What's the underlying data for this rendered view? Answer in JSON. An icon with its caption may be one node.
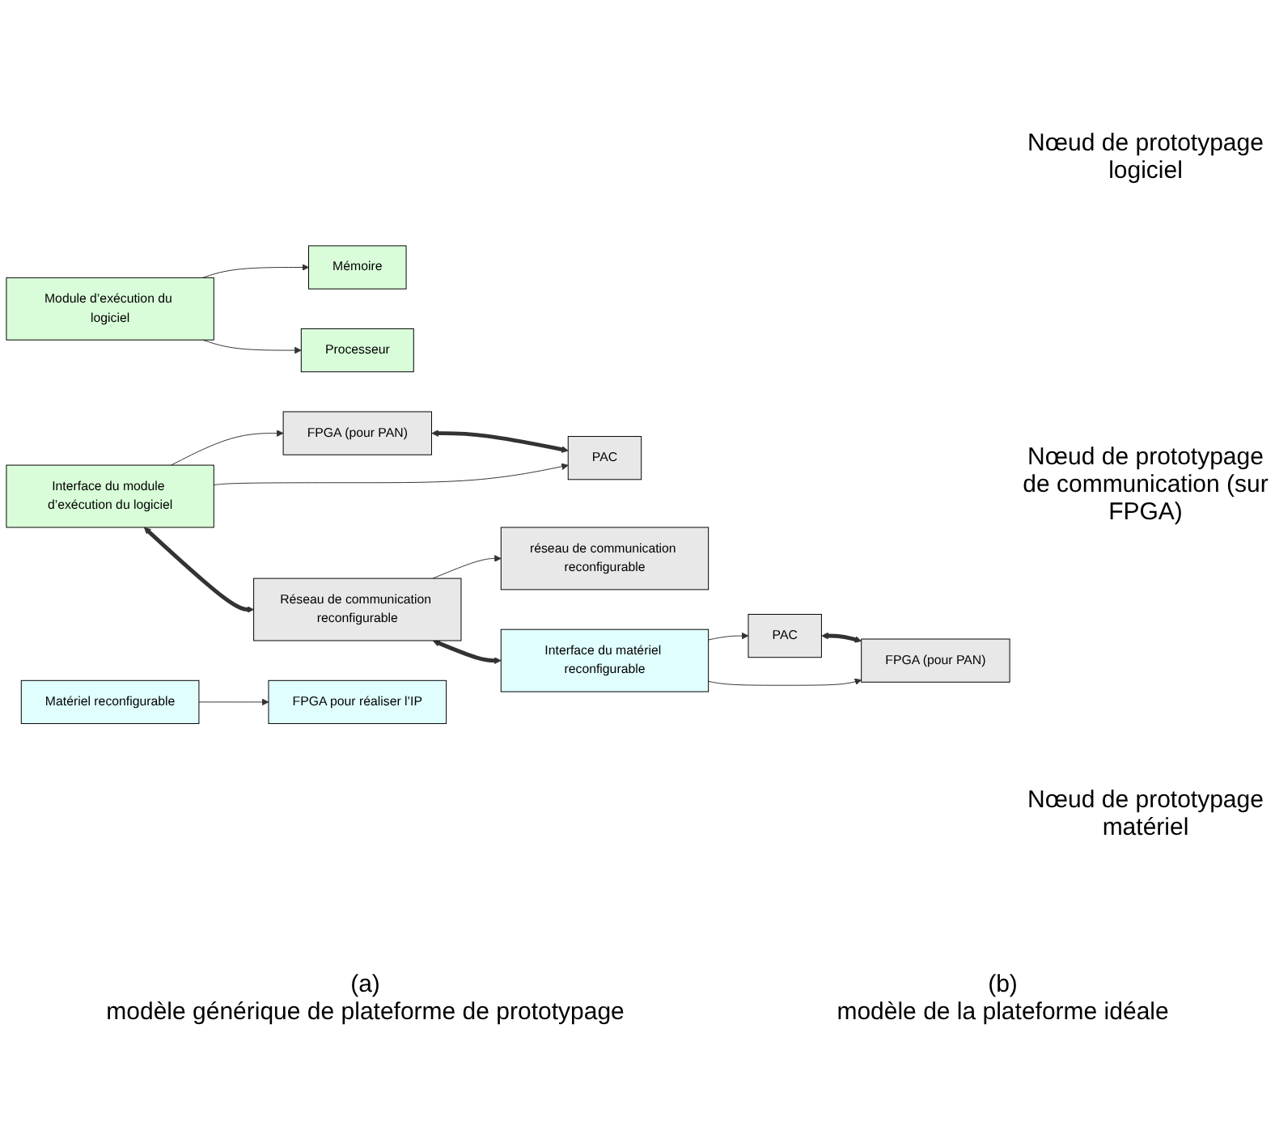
{
  "diagram": {
    "nodes": [
      {
        "text": [
          "Module d’exécution du logiciel"
        ]
      },
      {
        "text": [
          "Interface du module d’exécution du logiciel"
        ]
      },
      {
        "text": [
          "Réseau de communication reconfigurable"
        ]
      },
      {
        "text": [
          "Interface du matériel reconfigurable"
        ]
      },
      {
        "text": [
          "Matériel reconfigurable"
        ]
      },
      {
        "text": [
          "Mémoire"
        ]
      },
      {
        "text": [
          "Processeur"
        ]
      },
      {
        "text": [
          "FPGA (pour PAN)"
        ]
      },
      {
        "text": [
          "PAC"
        ]
      },
      {
        "text": [
          "réseau de communication reconfigurable"
        ]
      },
      {
        "text": [
          "PAC"
        ]
      },
      {
        "text": [
          "FPGA (pour PAN)"
        ]
      },
      {
        "text": [
          "FPGA pour réaliser l’IP"
        ]
      }
    ],
    "edges": [
      {
        "from": 0,
        "to": 5,
        "arrow": "to"
      },
      {
        "from": 0,
        "to": 6,
        "arrow": "to"
      },
      {
        "from": 1,
        "to": 7,
        "arrow": "to"
      },
      {
        "from": 1,
        "to": 8,
        "arrow": "to"
      },
      {
        "from": 1,
        "to": 2,
        "arrow": "both",
        "style": "thick"
      },
      {
        "from": 2,
        "to": 9,
        "arrow": "to"
      },
      {
        "from": 2,
        "to": 3,
        "arrow": "both",
        "style": "thick"
      },
      {
        "from": 3,
        "to": 10,
        "arrow": "to"
      },
      {
        "from": 3,
        "to": 11,
        "arrow": "to"
      },
      {
        "from": 4,
        "to": 12,
        "arrow": "to"
      },
      {
        "from": 7,
        "to": 8,
        "arrow": "both",
        "style": "thick"
      },
      {
        "from": 10,
        "to": 11,
        "arrow": "both",
        "style": "thick"
      }
    ],
    "labels": [
      "Nœud de prototypage logiciel",
      "Nœud de prototypage de communication (sur FPGA)",
      "Nœud de prototypage matériel",
      "(a)",
      "modèle générique de plateforme de prototypage",
      "(b)",
      "modèle de la plateforme idéale"
    ]
  }
}
